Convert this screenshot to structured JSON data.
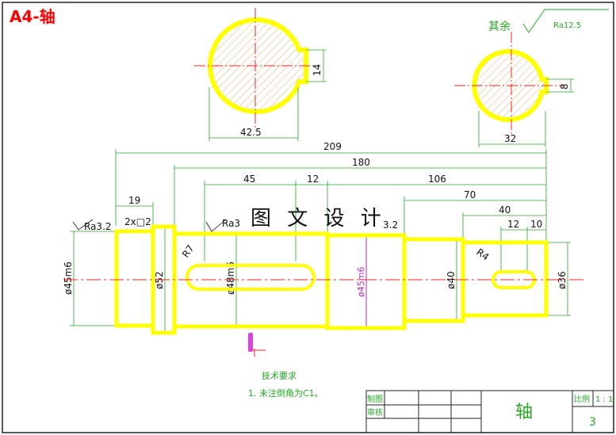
{
  "title": "A4-轴",
  "banner": "图 文 设 计",
  "roughness": {
    "other_label": "其余",
    "other_value": "Ra12.5",
    "ra_32_a": "Ra3.2",
    "ra_3": "Ra3",
    "ra_32_b": "3.2"
  },
  "section_views": {
    "left": {
      "keyway_width": "14",
      "depth": "42.5"
    },
    "right": {
      "keyway_width": "8",
      "depth": "32"
    }
  },
  "dimensions": {
    "overall": "209",
    "length_180": "180",
    "length_45": "45",
    "length_12a": "12",
    "length_106": "106",
    "length_70": "70",
    "length_40": "40",
    "length_12b": "12",
    "length_10": "10",
    "length_19": "19",
    "chamfer": "2x□2"
  },
  "diameters": {
    "d45m6_left": "ø45m6",
    "d52": "ø52",
    "d48m6": "ø48m6",
    "d45m6_right": "ø45m6",
    "d40": "ø40",
    "d36": "ø36"
  },
  "radii": {
    "r7": "R7",
    "r4": "R4"
  },
  "tech_req": {
    "heading": "技术要求",
    "item1": "1. 未注倒角为C1。"
  },
  "title_block": {
    "drawn": "制图",
    "checked": "审核",
    "part_name": "轴",
    "scale_label": "比例",
    "scale_value": "1 : 1",
    "sheet": "3"
  }
}
